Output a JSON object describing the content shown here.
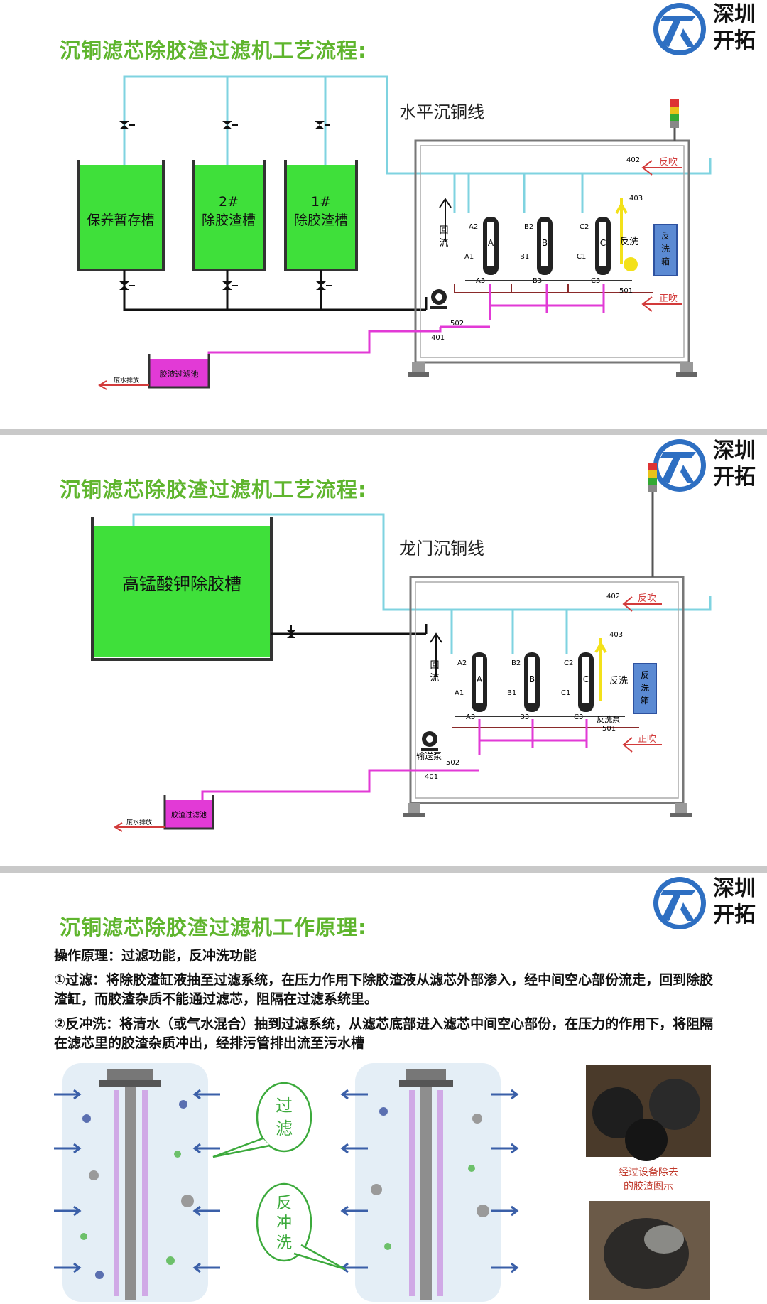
{
  "logo": {
    "line1": "深圳",
    "line2": "开拓"
  },
  "panel1": {
    "title": "沉铜滤芯除胶渣过滤机工艺流程:",
    "line_name": "水平沉铜线",
    "tanks": [
      {
        "label": "保养暂存槽"
      },
      {
        "label1": "2#",
        "label2": "除胶渣槽"
      },
      {
        "label1": "1#",
        "label2": "除胶渣槽"
      }
    ],
    "waste_tank": "胶渣过滤池",
    "waste_label": "废水排放",
    "return_label": [
      "回",
      "流"
    ],
    "backflush_label": "反洗",
    "backflush_tank": [
      "反",
      "洗",
      "箱"
    ],
    "reverse_blow": "反吹",
    "forward_blow": "正吹",
    "valves": [
      "402",
      "403",
      "501",
      "502",
      "401"
    ],
    "filter_letters": [
      "A",
      "B",
      "C"
    ],
    "valve_tags_top": [
      "A2",
      "B2",
      "C2"
    ],
    "valve_tags_mid": [
      "A1",
      "B1",
      "C1"
    ],
    "valve_tags_low": [
      "A3",
      "B3",
      "C3"
    ]
  },
  "panel2": {
    "title": "沉铜滤芯除胶渣过滤机工艺流程:",
    "line_name": "龙门沉铜线",
    "main_tank": "高锰酸钾除胶槽",
    "waste_tank": "胶渣过滤池",
    "waste_label": "废水排放",
    "return_label": [
      "回",
      "流"
    ],
    "backflush_label": "反洗",
    "backflush_pump": "反洗泵",
    "feed_pump": "输送泵",
    "backflush_tank": [
      "反",
      "洗",
      "箱"
    ],
    "reverse_blow": "反吹",
    "forward_blow": "正吹",
    "valves": [
      "402",
      "403",
      "501",
      "502",
      "401"
    ],
    "filter_letters": [
      "A",
      "B",
      "C"
    ],
    "valve_tags_top": [
      "A2",
      "B2",
      "C2"
    ],
    "valve_tags_mid": [
      "A1",
      "B1",
      "C1"
    ],
    "valve_tags_low": [
      "A3",
      "B3",
      "C3"
    ]
  },
  "panel3": {
    "title": "沉铜滤芯除胶渣过滤机工作原理:",
    "intro": "操作原理：过滤功能，反冲洗功能",
    "para1": "①过滤：将除胶渣缸液抽至过滤系统，在压力作用下除胶渣液从滤芯外部渗入，经中间空心部份流走，回到除胶渣缸，而胶渣杂质不能通过滤芯，阻隔在过滤系统里。",
    "para2": "②反冲洗：将清水（或气水混合）抽到过滤系统，从滤芯底部进入滤芯中间空心部份，在压力的作用下，将阻隔在滤芯里的胶渣杂质冲出，经排污管排出流至污水槽",
    "bubble_filter": [
      "过",
      "滤"
    ],
    "bubble_backflush": [
      "反",
      "冲",
      "洗"
    ],
    "photo_caption": [
      "经过设备除去",
      "的胶渣图示"
    ]
  },
  "colors": {
    "title_green": "#5fb52e",
    "tank_green": "#3fe03a",
    "pipe_cyan": "#7fd3e0",
    "pipe_magenta": "#e23ad6",
    "pump_yellow": "#f3e11a",
    "arrow_red": "#d23b3b",
    "logo_blue": "#2e6fc2"
  }
}
